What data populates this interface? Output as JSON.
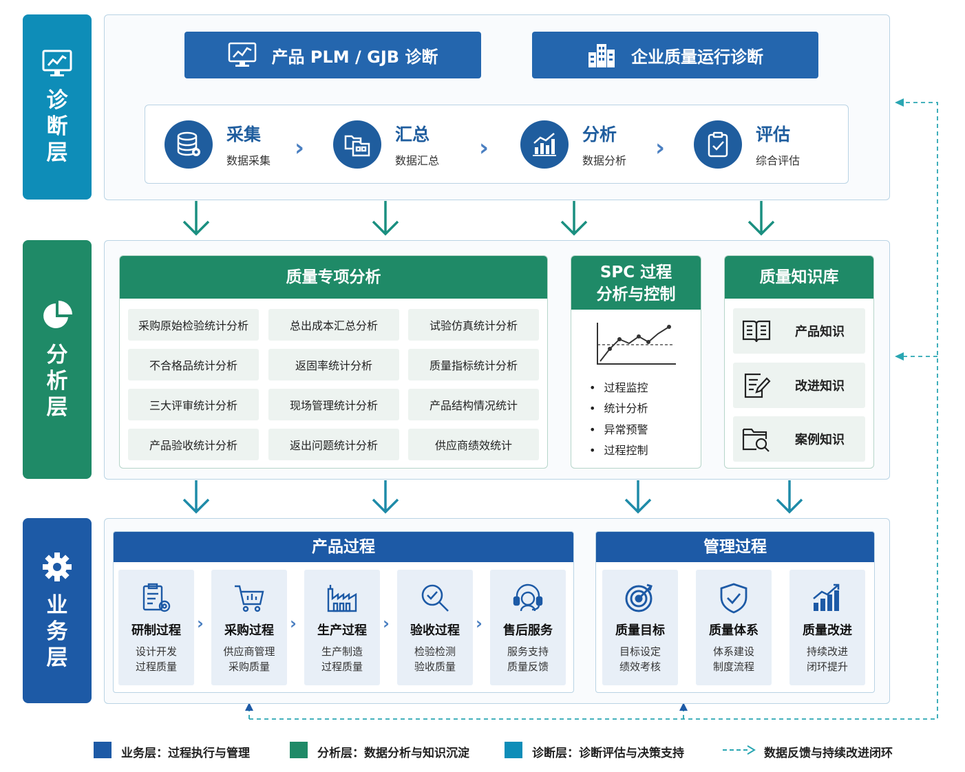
{
  "colors": {
    "business_blue": "#1d5aa6",
    "analysis_green": "#1f8a67",
    "diagnosis_teal": "#0e8db8",
    "dark_blue": "#2466ae",
    "arrow_teal": "#1a8f80",
    "feedback_teal": "#2aa6b2"
  },
  "layers": {
    "diagnosis": {
      "label": "诊断层",
      "icon": "monitor-chart-icon"
    },
    "analysis": {
      "label": "分析层",
      "icon": "pie-chart-icon"
    },
    "business": {
      "label": "业务层",
      "icon": "gear-icon"
    }
  },
  "diagnosis": {
    "plm_button": "产品 PLM / GJB 诊断",
    "enterprise_button": "企业质量运行诊断",
    "stages": [
      {
        "title": "采集",
        "subtitle": "数据采集",
        "icon": "database-icon"
      },
      {
        "title": "汇总",
        "subtitle": "数据汇总",
        "icon": "folders-icon"
      },
      {
        "title": "分析",
        "subtitle": "数据分析",
        "icon": "bar-chart-icon"
      },
      {
        "title": "评估",
        "subtitle": "综合评估",
        "icon": "clipboard-check-icon"
      }
    ]
  },
  "analysis": {
    "special": {
      "title": "质量专项分析",
      "items": [
        "采购原始检验统计分析",
        "总出成本汇总分析",
        "试验仿真统计分析",
        "不合格品统计分析",
        "返固率统计分析",
        "质量指标统计分析",
        "三大评审统计分析",
        "现场管理统计分析",
        "产品结构情况统计",
        "产品验收统计分析",
        "返出问题统计分析",
        "供应商绩效统计"
      ]
    },
    "spc": {
      "title_line1": "SPC 过程",
      "title_line2": "分析与控制",
      "bullets": [
        "过程监控",
        "统计分析",
        "异常预警",
        "过程控制"
      ]
    },
    "knowledge": {
      "title": "质量知识库",
      "items": [
        {
          "label": "产品知识",
          "icon": "book-icon"
        },
        {
          "label": "改进知识",
          "icon": "edit-doc-icon"
        },
        {
          "label": "案例知识",
          "icon": "folder-search-icon"
        }
      ]
    }
  },
  "business": {
    "product": {
      "title": "产品过程",
      "steps": [
        {
          "title": "研制过程",
          "line1": "设计开发",
          "line2": "过程质量",
          "icon": "clipboard-gear-icon"
        },
        {
          "title": "采购过程",
          "line1": "供应商管理",
          "line2": "采购质量",
          "icon": "cart-icon"
        },
        {
          "title": "生产过程",
          "line1": "生产制造",
          "line2": "过程质量",
          "icon": "factory-icon"
        },
        {
          "title": "验收过程",
          "line1": "检验检测",
          "line2": "验收质量",
          "icon": "magnifier-check-icon"
        },
        {
          "title": "售后服务",
          "line1": "服务支持",
          "line2": "质量反馈",
          "icon": "headset-icon"
        }
      ]
    },
    "management": {
      "title": "管理过程",
      "steps": [
        {
          "title": "质量目标",
          "line1": "目标设定",
          "line2": "绩效考核",
          "icon": "target-icon"
        },
        {
          "title": "质量体系",
          "line1": "体系建设",
          "line2": "制度流程",
          "icon": "shield-check-icon"
        },
        {
          "title": "质量改进",
          "line1": "持续改进",
          "line2": "闭环提升",
          "icon": "growth-chart-icon"
        }
      ]
    }
  },
  "legend": {
    "business": "业务层：过程执行与管理",
    "analysis": "分析层：数据分析与知识沉淀",
    "diagnosis": "诊断层：诊断评估与决策支持",
    "feedback": "数据反馈与持续改进闭环"
  }
}
